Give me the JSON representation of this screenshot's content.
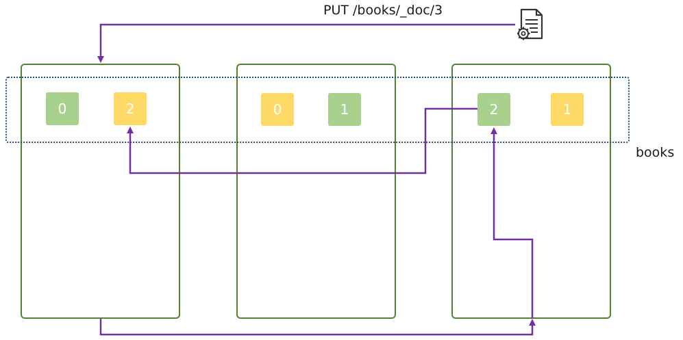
{
  "request_label": "PUT /books/_doc/3",
  "index_label": "books",
  "nodes": [
    {
      "shards": [
        {
          "text": "0",
          "kind": "primary"
        },
        {
          "text": "2",
          "kind": "replica"
        }
      ]
    },
    {
      "shards": [
        {
          "text": "0",
          "kind": "replica"
        },
        {
          "text": "1",
          "kind": "primary"
        }
      ]
    },
    {
      "shards": [
        {
          "text": "2",
          "kind": "primary"
        },
        {
          "text": "1",
          "kind": "replica"
        }
      ]
    }
  ],
  "colors": {
    "node_border": "#548235",
    "primary_shard": "#a9d18e",
    "replica_shard": "#ffd966",
    "index_border": "#1f4e79",
    "arrow": "#7030a0"
  },
  "icons": {
    "request": "document-gear-icon"
  }
}
